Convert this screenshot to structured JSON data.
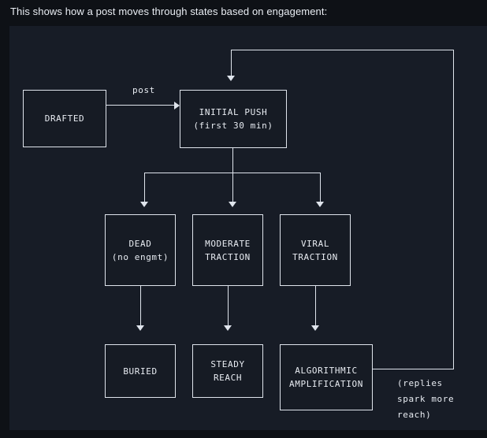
{
  "intro": {
    "text": "This shows how a post moves through states based on engagement:"
  },
  "diagram": {
    "type": "state-flow",
    "nodes": [
      {
        "id": "drafted",
        "line1": "DRAFTED",
        "line2": ""
      },
      {
        "id": "initial-push",
        "line1": "INITIAL PUSH",
        "line2": "(first 30 min)"
      },
      {
        "id": "dead",
        "line1": "DEAD",
        "line2": "(no engmt)"
      },
      {
        "id": "moderate",
        "line1": "MODERATE",
        "line2": "TRACTION"
      },
      {
        "id": "viral",
        "line1": "VIRAL",
        "line2": "TRACTION"
      },
      {
        "id": "buried",
        "line1": "BURIED",
        "line2": ""
      },
      {
        "id": "steady",
        "line1": "STEADY",
        "line2": "REACH"
      },
      {
        "id": "algorithmic",
        "line1": "ALGORITHMIC",
        "line2": "AMPLIFICATION"
      }
    ],
    "edge_labels": {
      "post": "post"
    },
    "notes": {
      "feedback_line1": "(replies",
      "feedback_line2": "spark more",
      "feedback_line3": "reach)"
    },
    "colors": {
      "page_background": "#0e1116",
      "panel_background": "#171c26",
      "node_background": "#161b24",
      "stroke": "#dfe4ec",
      "text": "#e8ecf2"
    }
  }
}
